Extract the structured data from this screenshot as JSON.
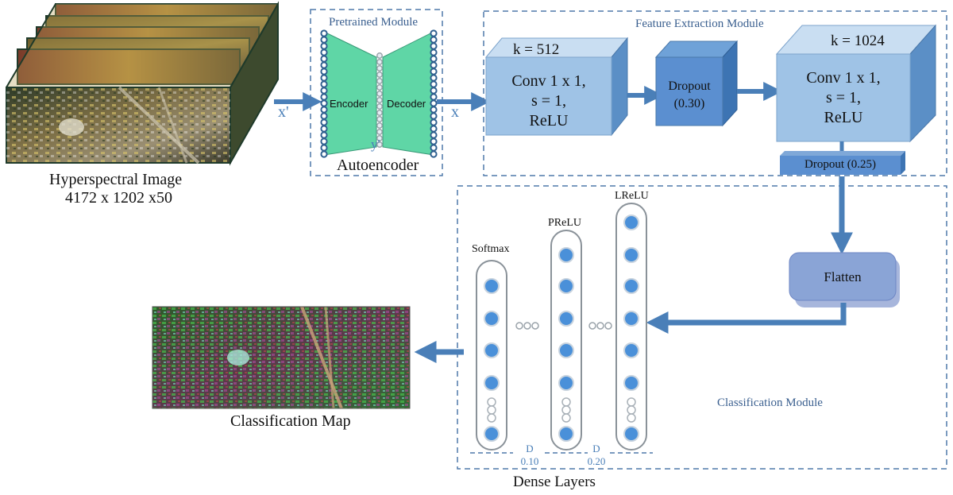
{
  "hyperspectral": {
    "title": "Hyperspectral Image",
    "dims": "4172 x 1202 x50",
    "x_prime": "x'"
  },
  "autoencoder": {
    "module_title": "Pretrained Module",
    "encoder": "Encoder",
    "decoder": "Decoder",
    "latent": "y'",
    "label": "Autoencoder",
    "x_out": "x"
  },
  "feature_module": {
    "title": "Feature Extraction Module",
    "conv1": {
      "k": "k = 512",
      "line1": "Conv 1 x 1,",
      "line2": "s = 1,",
      "line3": "ReLU"
    },
    "dropout1": {
      "line1": "Dropout",
      "line2": "(0.30)"
    },
    "conv2": {
      "k": "k = 1024",
      "line1": "Conv 1 x 1,",
      "line2": "s = 1,",
      "line3": "ReLU"
    },
    "dropout2": "Dropout (0.25)"
  },
  "classification_module": {
    "title": "Classification Module",
    "flatten": "Flatten",
    "softmax": "Softmax",
    "prelu": "PReLU",
    "lrelu": "LReLU",
    "d1_letter": "D",
    "d1_value": "0.10",
    "d2_letter": "D",
    "d2_value": "0.20",
    "dense_label": "Dense Layers"
  },
  "classification_map": {
    "label": "Classification Map"
  },
  "colors": {
    "module_border": "#4f79aa",
    "box_front": "#9fc3e6",
    "box_top": "#c9def2",
    "box_side": "#5b8fc6",
    "arrow": "#4a7fb8",
    "encoder": "#5fd6a6",
    "neuron": "#4a90d9",
    "flatten": "#8aa4d6"
  }
}
